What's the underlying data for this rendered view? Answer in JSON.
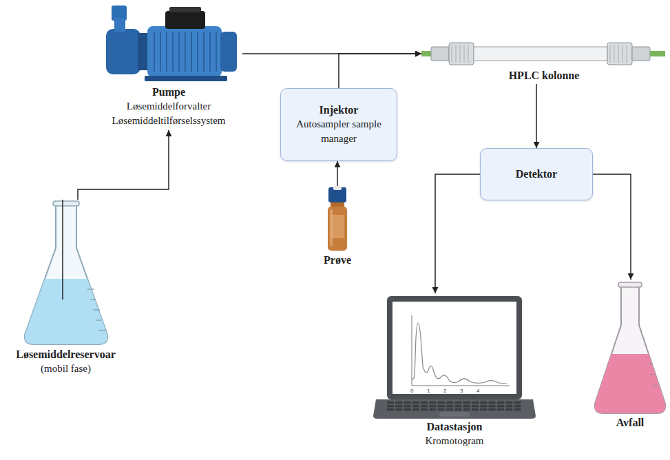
{
  "diagram": {
    "nodes": [
      {
        "text": [
          "Pumpe",
          "Løsemiddelforvalter",
          "Løsemiddeltilførselssystem"
        ]
      },
      {
        "text": [
          "Injektor",
          "Autosampler sample manager"
        ]
      },
      {
        "text": [
          "HPLC kolonne"
        ]
      },
      {
        "text": [
          "Detektor"
        ]
      },
      {
        "text": [
          "Løsemiddelreservoar",
          "(mobil fase)"
        ]
      },
      {
        "text": [
          "Prøve"
        ]
      },
      {
        "text": [
          "Datastasjon",
          "Kromotogram"
        ]
      },
      {
        "text": [
          "Avfall"
        ]
      }
    ],
    "edges": [
      {
        "from": 4,
        "to": 0,
        "arrow": "to"
      },
      {
        "from": 0,
        "to": 2,
        "arrow": "to"
      },
      {
        "from": 1,
        "to": 2,
        "arrow": "to"
      },
      {
        "from": 5,
        "to": 1,
        "arrow": "to"
      },
      {
        "from": 2,
        "to": 3,
        "arrow": "to"
      },
      {
        "from": 3,
        "to": 6,
        "arrow": "to"
      },
      {
        "from": 3,
        "to": 7,
        "arrow": "to"
      }
    ],
    "labels": [
      "0",
      "1",
      "2",
      "3",
      "4"
    ]
  }
}
